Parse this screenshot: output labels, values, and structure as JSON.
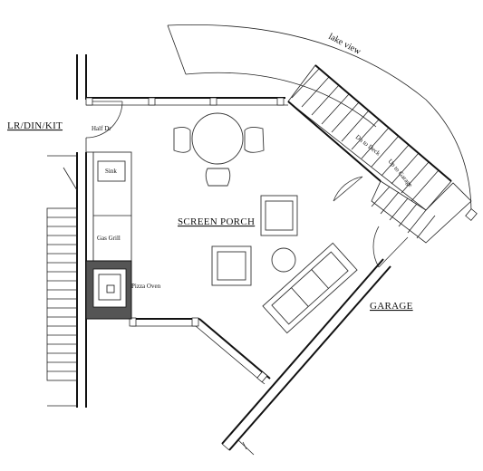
{
  "labels": {
    "lake_view": "lake view",
    "lr_din_kit": "LR/DIN/KIT",
    "half_dr": "Half Dr",
    "sink": "Sink",
    "gas_grill": "Gas Grill",
    "pizza_oven": "Pizza Oven",
    "screen_porch": "SCREEN PORCH",
    "garage": "GARAGE",
    "dn_to_deck": "Dn to Deck",
    "up_to_garage": "Up to Garage",
    "deck_abbrev": "Gar."
  }
}
